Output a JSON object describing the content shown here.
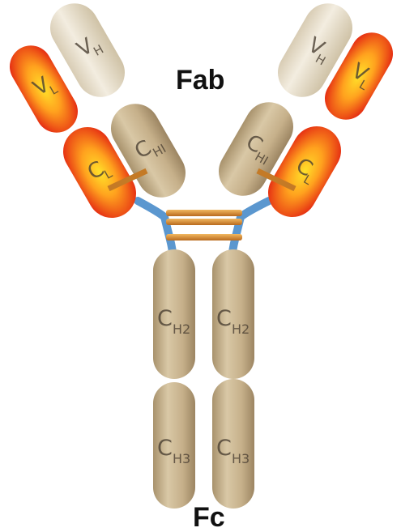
{
  "labels": {
    "fab": "Fab",
    "fc": "Fc"
  },
  "domains": {
    "vh_main": "V",
    "vh_sub": "H",
    "vl_main": "V",
    "vl_sub": "L",
    "ch1_main": "C",
    "ch1_sub": "HI",
    "cl_main": "C",
    "cl_sub": "L",
    "ch2_main": "C",
    "ch2_sub": "H2",
    "ch3_main": "C",
    "ch3_sub": "H3"
  },
  "colors": {
    "heavy_chain": "#c9b48f",
    "heavy_chain_light": "#ece4d2",
    "light_chain_outer": "#e82c10",
    "light_chain_inner": "#ffd71e",
    "disulfide_bond": "#d88a2e",
    "hinge": "#5b97cf"
  }
}
